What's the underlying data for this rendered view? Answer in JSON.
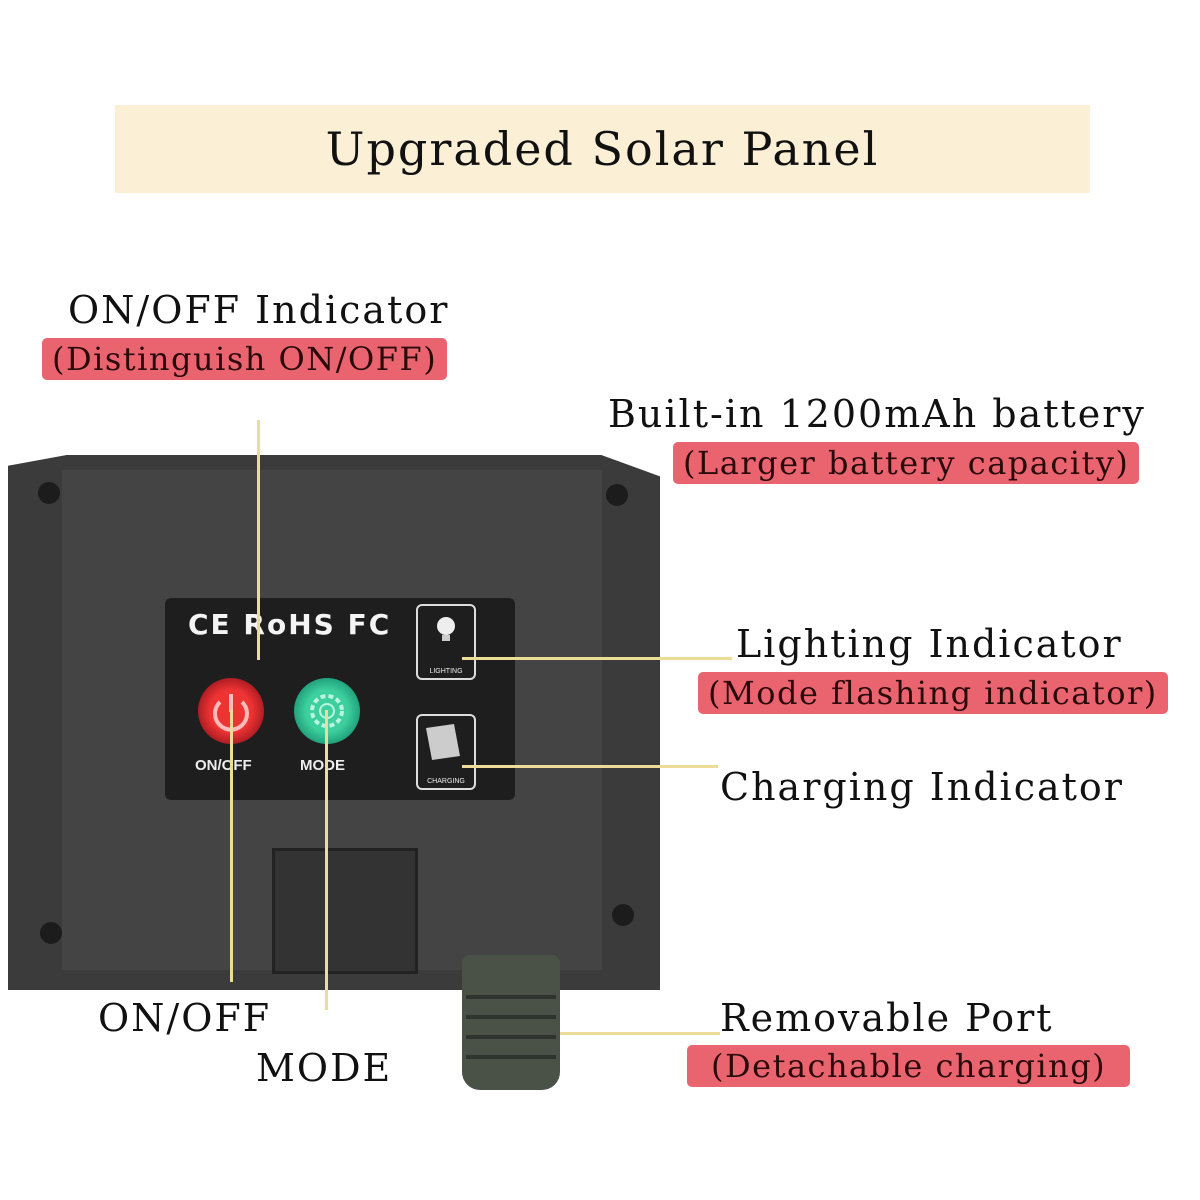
{
  "title": "Upgraded Solar Panel",
  "callouts": {
    "onoff_indicator": {
      "label": "ON/OFF Indicator",
      "note": "(Distinguish ON/OFF)"
    },
    "battery": {
      "label": "Built-in 1200mAh battery",
      "note": "(Larger battery capacity)"
    },
    "lighting": {
      "label": "Lighting Indicator",
      "note": "(Mode flashing indicator)"
    },
    "charging": {
      "label": "Charging Indicator"
    },
    "port": {
      "label": "Removable Port",
      "note": "(Detachable charging)"
    },
    "onoff": {
      "label": "ON/OFF"
    },
    "mode": {
      "label": "MODE"
    }
  },
  "device": {
    "certifications": "CE RoHS FC",
    "onoff_button": "ON/OFF",
    "mode_button": "MODE",
    "lighting_box": "LIGHTING",
    "charging_box": "CHARGING"
  },
  "colors": {
    "banner": "#fbefd6",
    "note_bg": "#ea6470",
    "leader": "#eddc96"
  }
}
